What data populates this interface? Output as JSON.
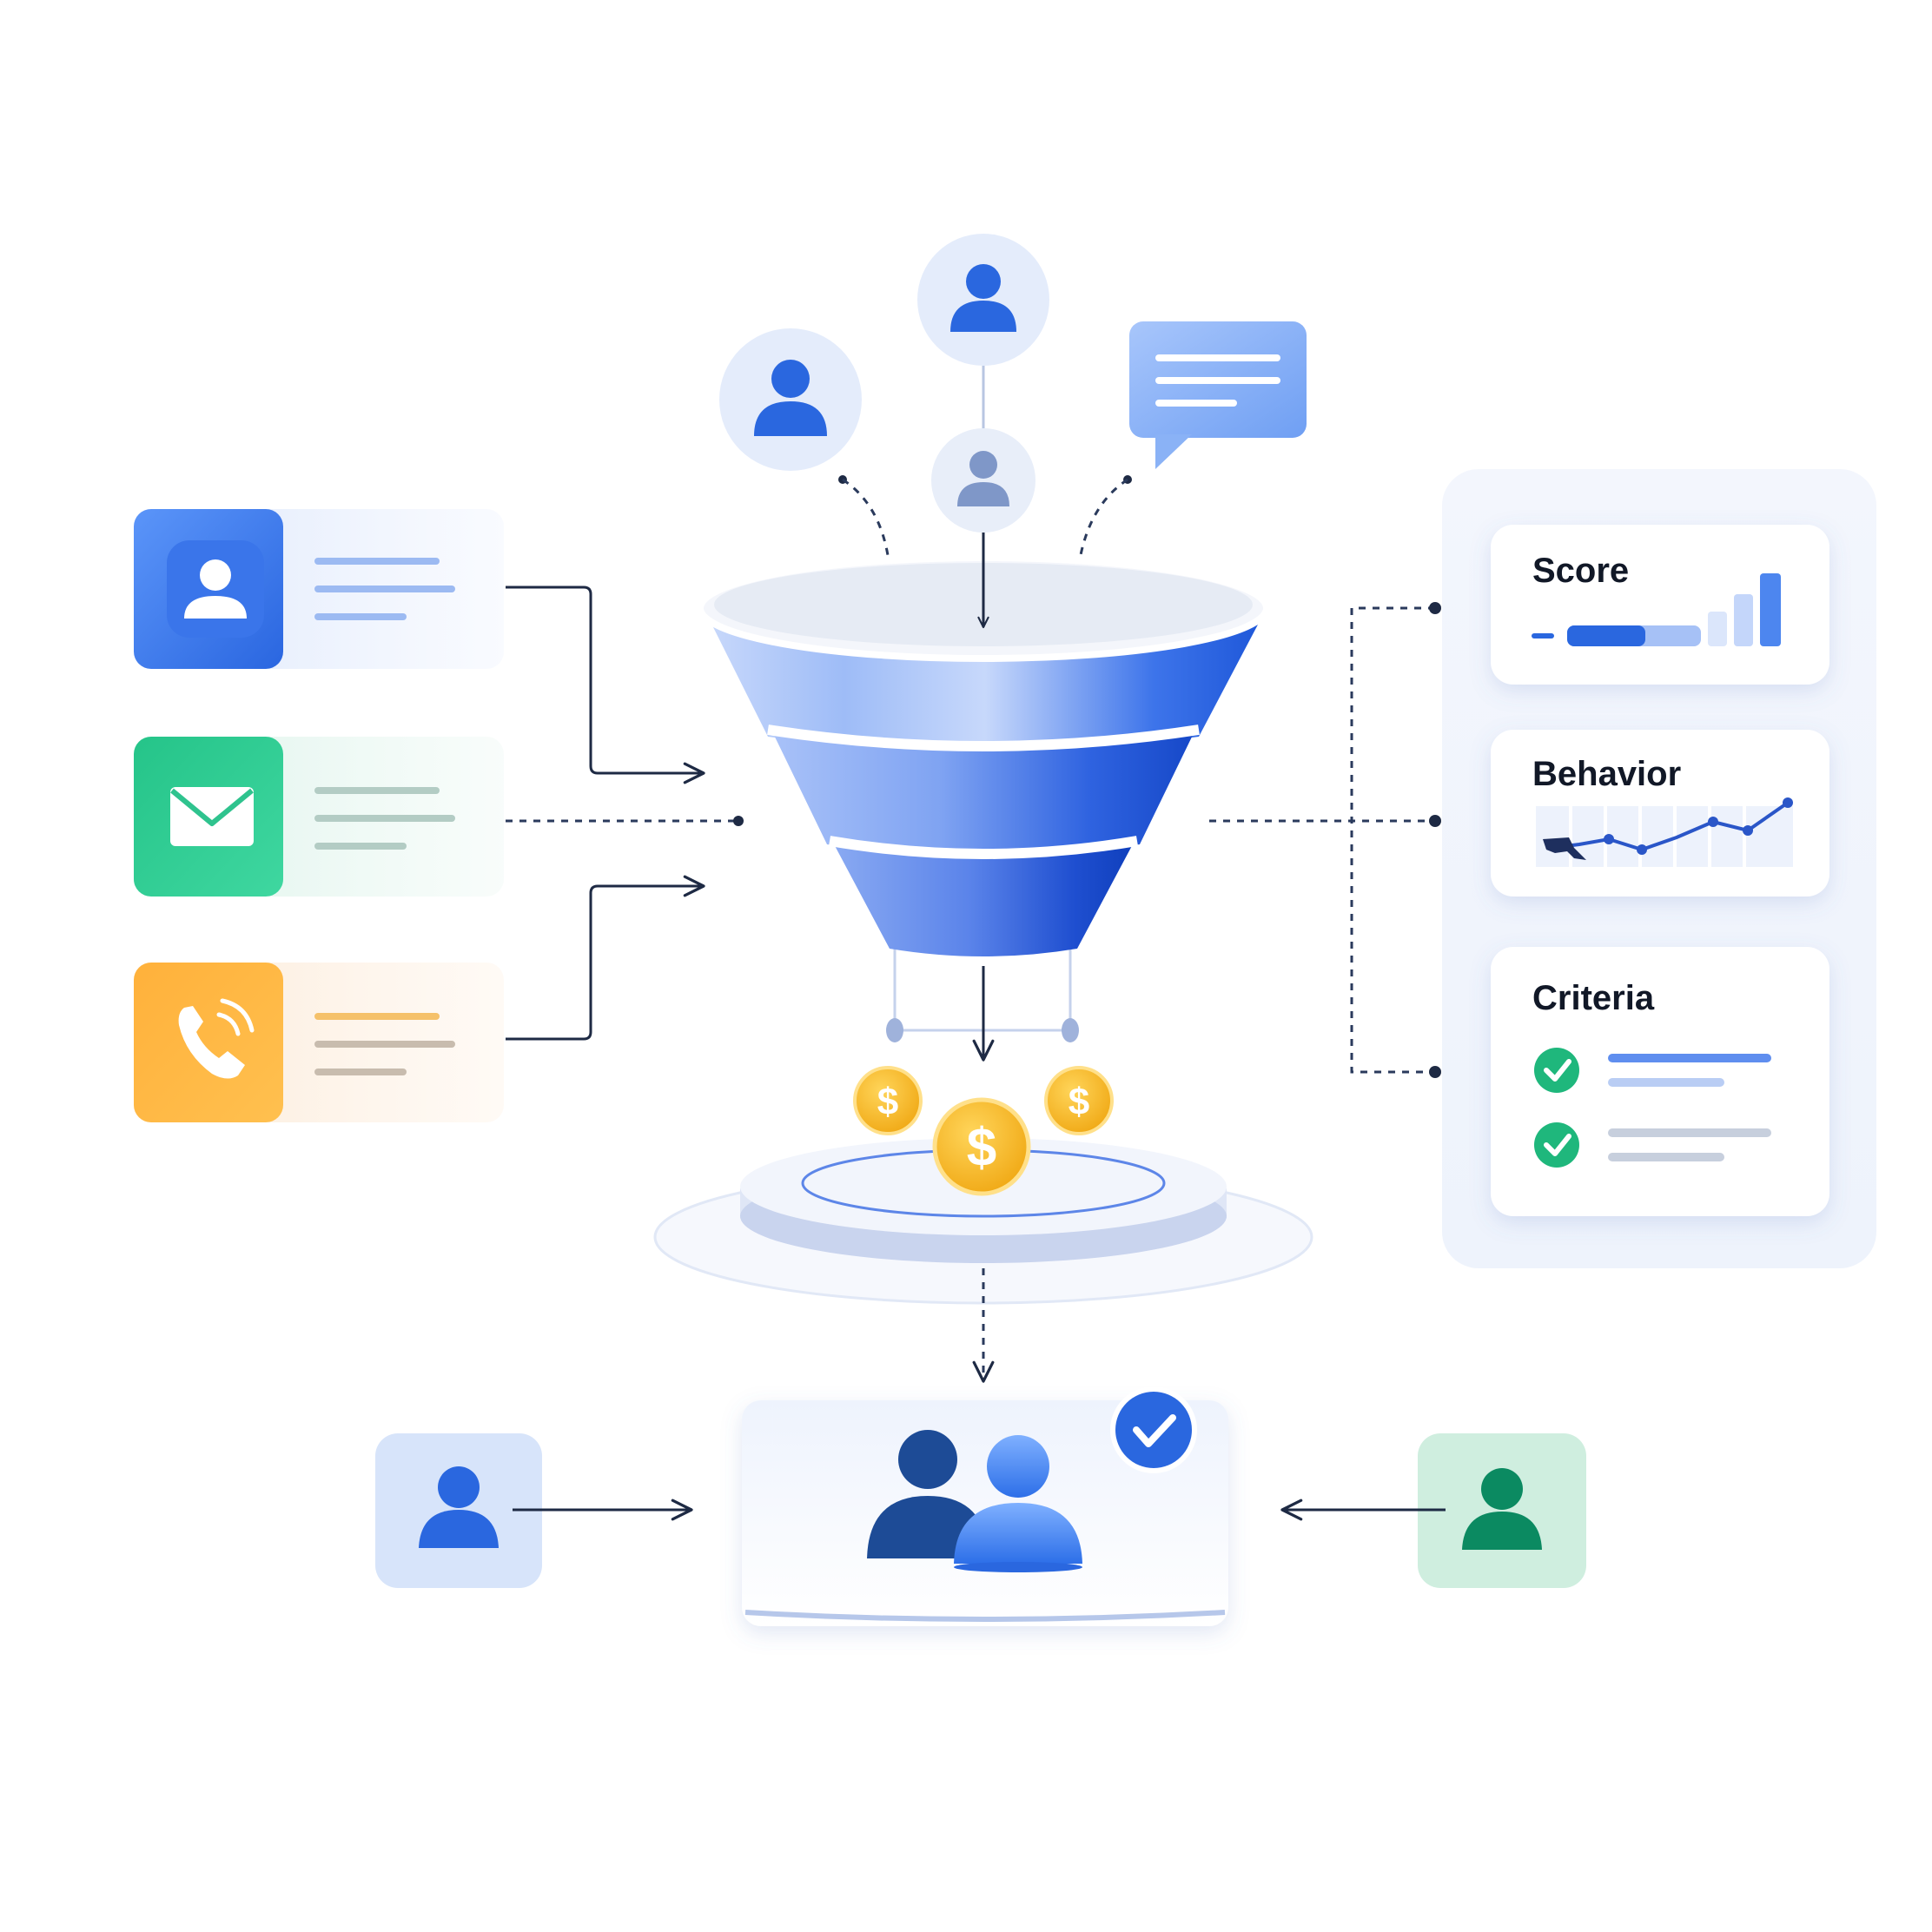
{
  "panels": {
    "score": {
      "title": "Score"
    },
    "behavior": {
      "title": "Behavior"
    },
    "criteria": {
      "title": "Criteria"
    }
  },
  "icons": {
    "top": [
      "user-icon",
      "user-icon",
      "user-icon",
      "chat-bubble-icon"
    ],
    "sources": [
      "contact-card-icon",
      "email-icon",
      "phone-icon"
    ],
    "bottom": [
      "user-icon",
      "user-group-icon",
      "check-badge-icon",
      "user-icon"
    ],
    "coins": [
      "dollar-coin-icon",
      "dollar-coin-icon",
      "dollar-coin-icon"
    ]
  },
  "colors": {
    "blue": "#2f6fe0",
    "light_blue": "#8fb3f7",
    "green": "#22c08a",
    "orange": "#ffb42e",
    "navy": "#1e3a7a",
    "coin": "#f5b320",
    "dark_green": "#0b8a61"
  }
}
